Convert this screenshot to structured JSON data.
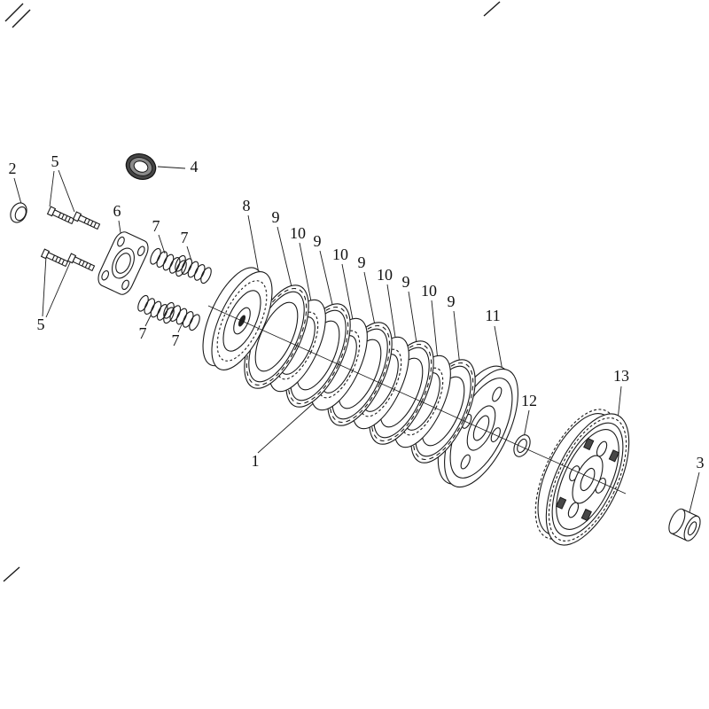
{
  "figure": {
    "kind": "exploded-parts-diagram",
    "subject": "clutch assembly exploded view",
    "background_color": "#ffffff",
    "line_color": "#1a1a1a",
    "part_numbers_shown": [
      "1",
      "2",
      "3",
      "4",
      "5",
      "6",
      "7",
      "8",
      "9",
      "10",
      "11",
      "12",
      "13"
    ]
  },
  "callouts": [
    {
      "label": "2"
    },
    {
      "label": "5"
    },
    {
      "label": "4"
    },
    {
      "label": "6"
    },
    {
      "label": "7"
    },
    {
      "label": "7"
    },
    {
      "label": "8"
    },
    {
      "label": "9"
    },
    {
      "label": "10"
    },
    {
      "label": "9"
    },
    {
      "label": "10"
    },
    {
      "label": "9"
    },
    {
      "label": "10"
    },
    {
      "label": "9"
    },
    {
      "label": "10"
    },
    {
      "label": "9"
    },
    {
      "label": "5"
    },
    {
      "label": "7"
    },
    {
      "label": "7"
    },
    {
      "label": "11"
    },
    {
      "label": "12"
    },
    {
      "label": "13"
    },
    {
      "label": "1"
    },
    {
      "label": "3"
    }
  ]
}
